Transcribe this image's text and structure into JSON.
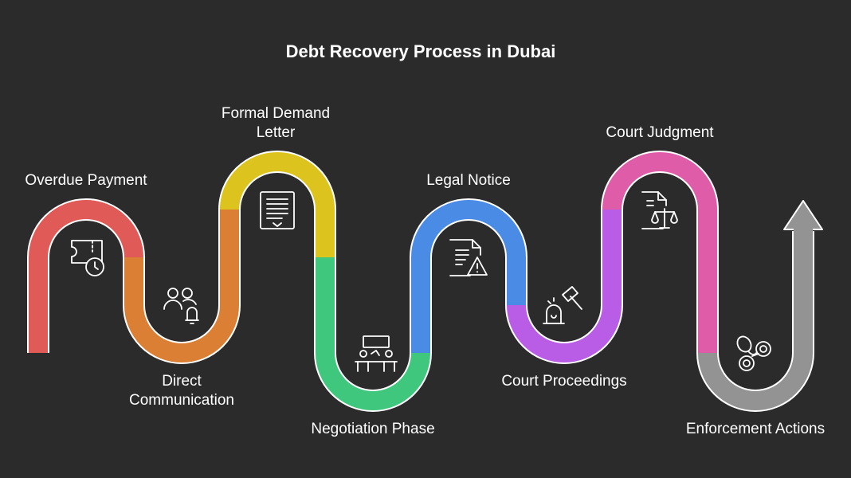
{
  "title": "Debt Recovery Process in Dubai",
  "stages": [
    {
      "id": "overdue",
      "lines": [
        "Overdue Payment"
      ],
      "color": "#e05a57",
      "icon": "ticket-clock-icon"
    },
    {
      "id": "direct",
      "lines": [
        "Direct",
        "Communication"
      ],
      "color": "#da7f33",
      "icon": "users-bell-icon"
    },
    {
      "id": "demand",
      "lines": [
        "Formal Demand",
        "Letter"
      ],
      "color": "#ddc31d",
      "icon": "document-letter-icon"
    },
    {
      "id": "negotiation",
      "lines": [
        "Negotiation Phase"
      ],
      "color": "#3ec77d",
      "icon": "meeting-icon"
    },
    {
      "id": "notice",
      "lines": [
        "Legal Notice"
      ],
      "color": "#4a8be6",
      "icon": "document-warning-icon"
    },
    {
      "id": "proceedings",
      "lines": [
        "Court Proceedings"
      ],
      "color": "#b95ce6",
      "icon": "gavel-alarm-icon"
    },
    {
      "id": "judgment",
      "lines": [
        "Court Judgment"
      ],
      "color": "#df5ca8",
      "icon": "document-scales-icon"
    },
    {
      "id": "enforcement",
      "lines": [
        "Enforcement Actions"
      ],
      "color": "#939393",
      "icon": "handcuffs-icon"
    }
  ]
}
